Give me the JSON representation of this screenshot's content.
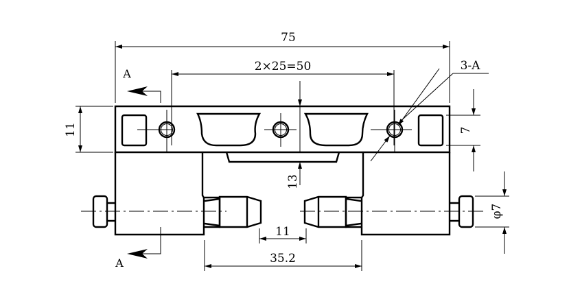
{
  "dimensions": {
    "overall_length": "75",
    "hole_spacing": "2×25=50",
    "hole_callout": "3-A",
    "top_height": "11",
    "hole_band": "7",
    "center_offset": "13",
    "diameter": "φ7",
    "gap": "11",
    "inner_length": "35.2"
  },
  "section": {
    "top_label": "A",
    "bottom_label": "A"
  }
}
